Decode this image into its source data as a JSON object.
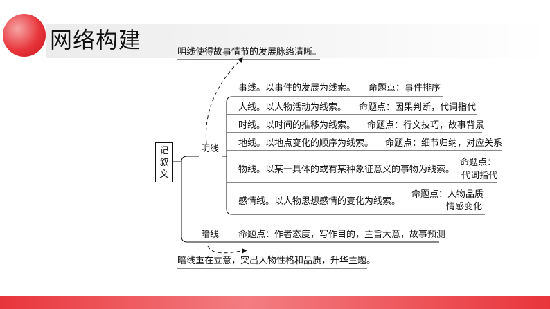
{
  "header": {
    "title": "网络构建"
  },
  "root": {
    "label": "记叙文"
  },
  "branches": {
    "explicit": {
      "label": "明线",
      "summary": "明线使得故事情节的发展脉络清晰。",
      "items": [
        {
          "text": "事线。以事件的发展为线索。",
          "point": "命题点：事件排序"
        },
        {
          "text": "人线。以人物活动为线索。",
          "point": "命题点：因果判断，代词指代"
        },
        {
          "text": "时线。以时间的推移为线索。",
          "point": "命题点：行文技巧，故事背景"
        },
        {
          "text": "地线。以地点变化的顺序为线索。",
          "point": "命题点：细节归纳，对应关系"
        },
        {
          "text": "物线。以某一具体的或有某种象征意义的事物为线索。",
          "point": "命题点：",
          "point2": "代词指代"
        },
        {
          "text": "感情线。以人物思想感情的变化为线索。",
          "point": "命题点：人物品质",
          "point2": "情感变化"
        }
      ]
    },
    "implicit": {
      "label": "暗线",
      "point": "命题点：作者态度，写作目的，主旨大意，故事预测",
      "summary": "暗线重在立意，突出人物性格和品质，升华主题。"
    }
  },
  "colors": {
    "accent": "#e8353b",
    "line": "#111111"
  }
}
